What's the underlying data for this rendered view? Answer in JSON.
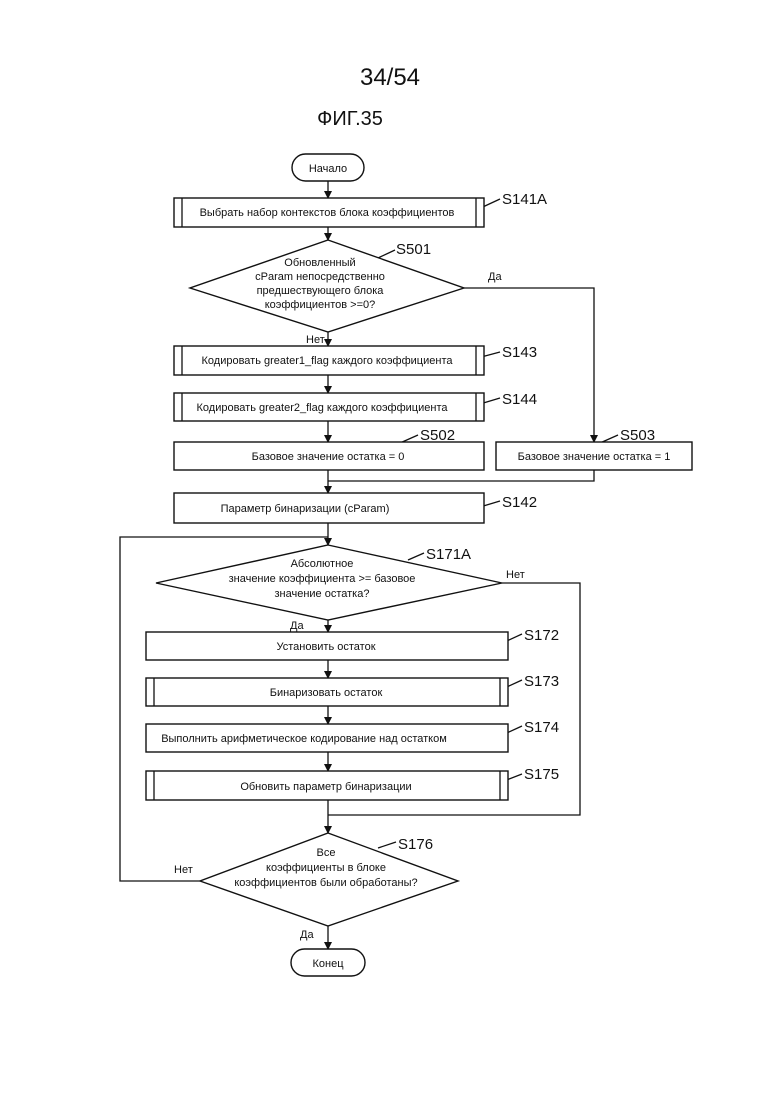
{
  "page_number": "34/54",
  "figure_title": "ФИГ.35",
  "flow": {
    "start": "Начало",
    "end": "Конец",
    "steps": {
      "s141a": {
        "label": "S141A",
        "text": "Выбрать набор контекстов блока коэффициентов"
      },
      "s501": {
        "label": "S501",
        "lines": [
          "Обновленный",
          "cParam непосредственно",
          "предшествующего блока",
          "коэффициентов >=0?"
        ]
      },
      "s143": {
        "label": "S143",
        "text": "Кодировать greater1_flag каждого коэффициента"
      },
      "s144": {
        "label": "S144",
        "text": "Кодировать greater2_flag каждого коэффициента"
      },
      "s502": {
        "label": "S502",
        "text": "Базовое значение остатка = 0"
      },
      "s503": {
        "label": "S503",
        "text": "Базовое значение остатка = 1"
      },
      "s142": {
        "label": "S142",
        "text": "Параметр бинаризации (cParam)"
      },
      "s171a": {
        "label": "S171A",
        "lines": [
          "Абсолютное",
          "значение коэффициента >= базовое",
          "значение остатка?"
        ]
      },
      "s172": {
        "label": "S172",
        "text": "Установить остаток"
      },
      "s173": {
        "label": "S173",
        "text": "Бинаризовать остаток"
      },
      "s174": {
        "label": "S174",
        "text": "Выполнить арифметическое кодирование над остатком"
      },
      "s175": {
        "label": "S175",
        "text": "Обновить параметр бинаризации"
      },
      "s176": {
        "label": "S176",
        "lines": [
          "Все",
          "коэффициенты в блоке",
          "коэффициентов были обработаны?"
        ]
      }
    },
    "branches": {
      "yes": "Да",
      "no": "Нет"
    }
  }
}
